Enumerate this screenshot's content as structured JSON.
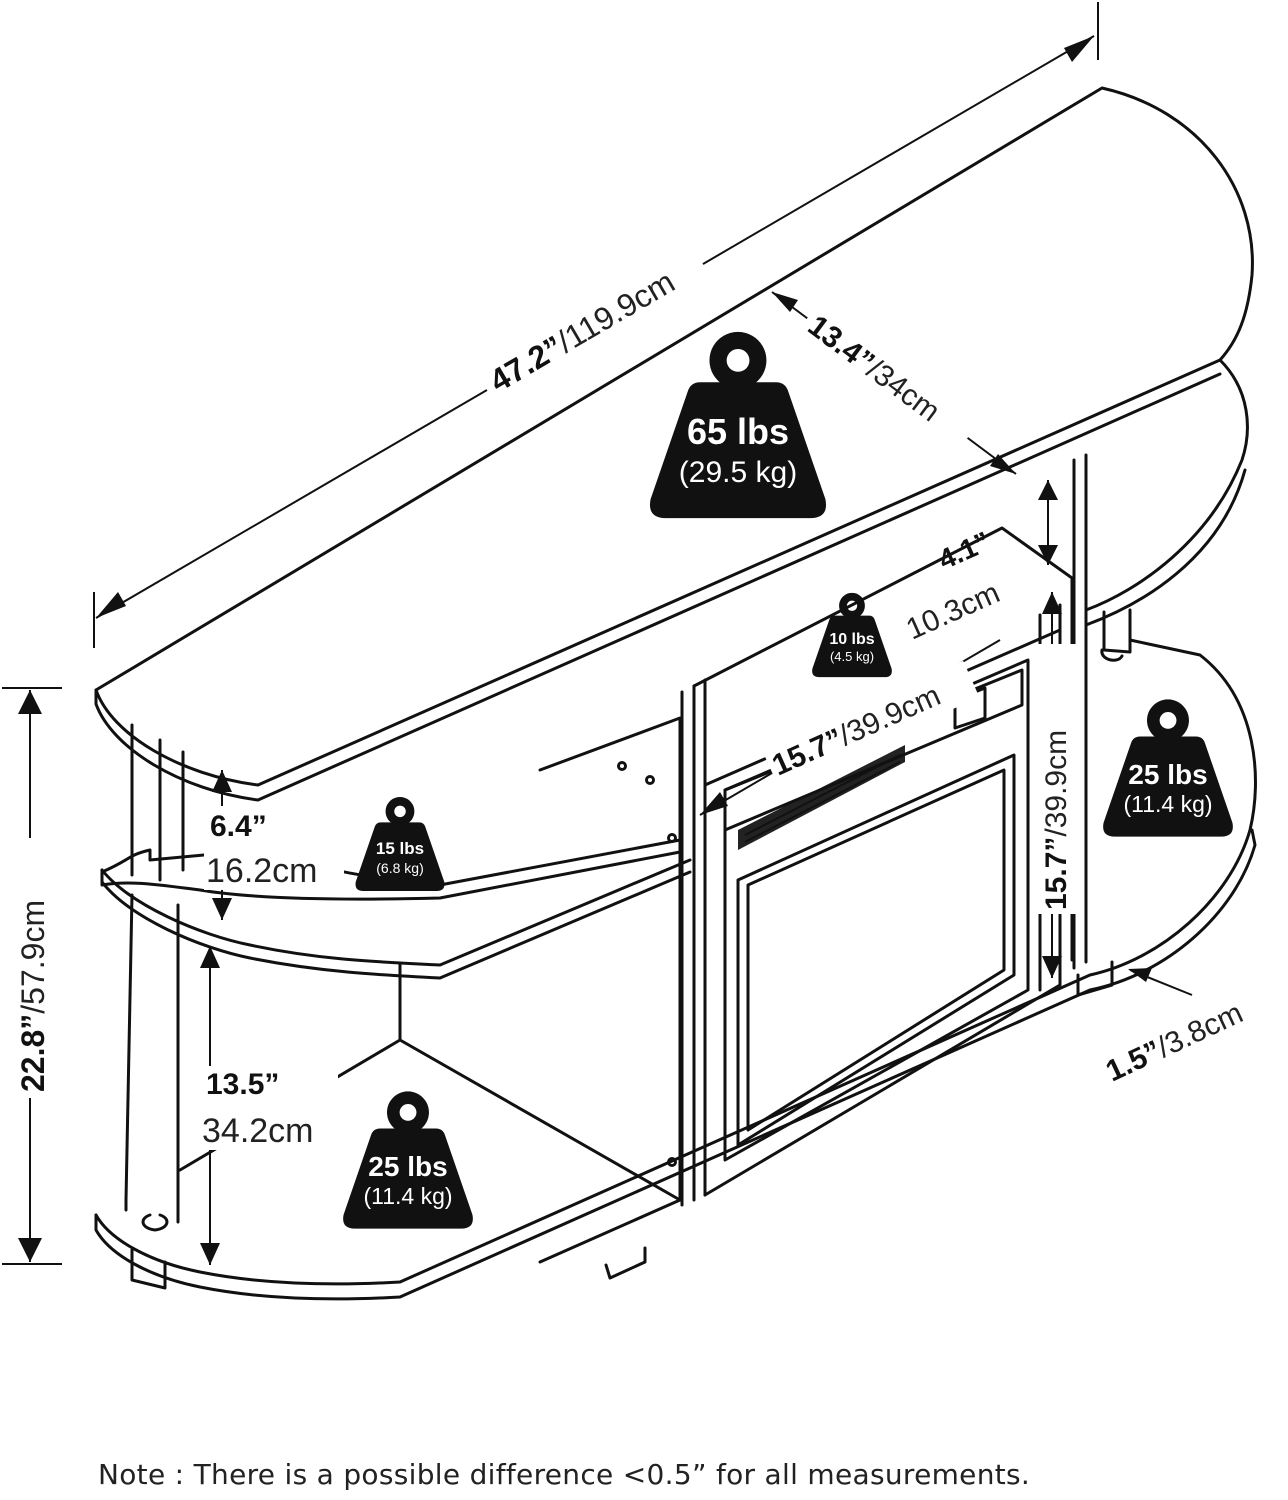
{
  "dimensions": {
    "width_in": "47.2”",
    "width_cm": "/119.9cm",
    "depth_in": "13.4”",
    "depth_cm": "/34cm",
    "height_in": "22.8”",
    "height_cm": "/57.9cm",
    "top_gap_in": "4.1”",
    "top_gap_cm": "10.3cm",
    "fireplace_w_in": "15.7”",
    "fireplace_w_cm": "/39.9cm",
    "fireplace_h_in": "15.7”",
    "fireplace_h_cm": "/39.9cm",
    "upper_shelf_in": "6.4”",
    "upper_shelf_cm": "16.2cm",
    "lower_shelf_in": "13.5”",
    "lower_shelf_cm": "34.2cm",
    "foot_in": "1.5”",
    "foot_cm": "/3.8cm"
  },
  "weights": {
    "top": {
      "lbs": "65 lbs",
      "kg": "(29.5 kg)"
    },
    "compartment": {
      "lbs": "10 lbs",
      "kg": "(4.5 kg)"
    },
    "upper_shelf": {
      "lbs": "15 lbs",
      "kg": "(6.8 kg)"
    },
    "lower_shelf": {
      "lbs": "25 lbs",
      "kg": "(11.4 kg)"
    },
    "right_shelf": {
      "lbs": "25 lbs",
      "kg": "(11.4 kg)"
    }
  },
  "note": "Note : There is a possible difference <0.5” for all measurements."
}
